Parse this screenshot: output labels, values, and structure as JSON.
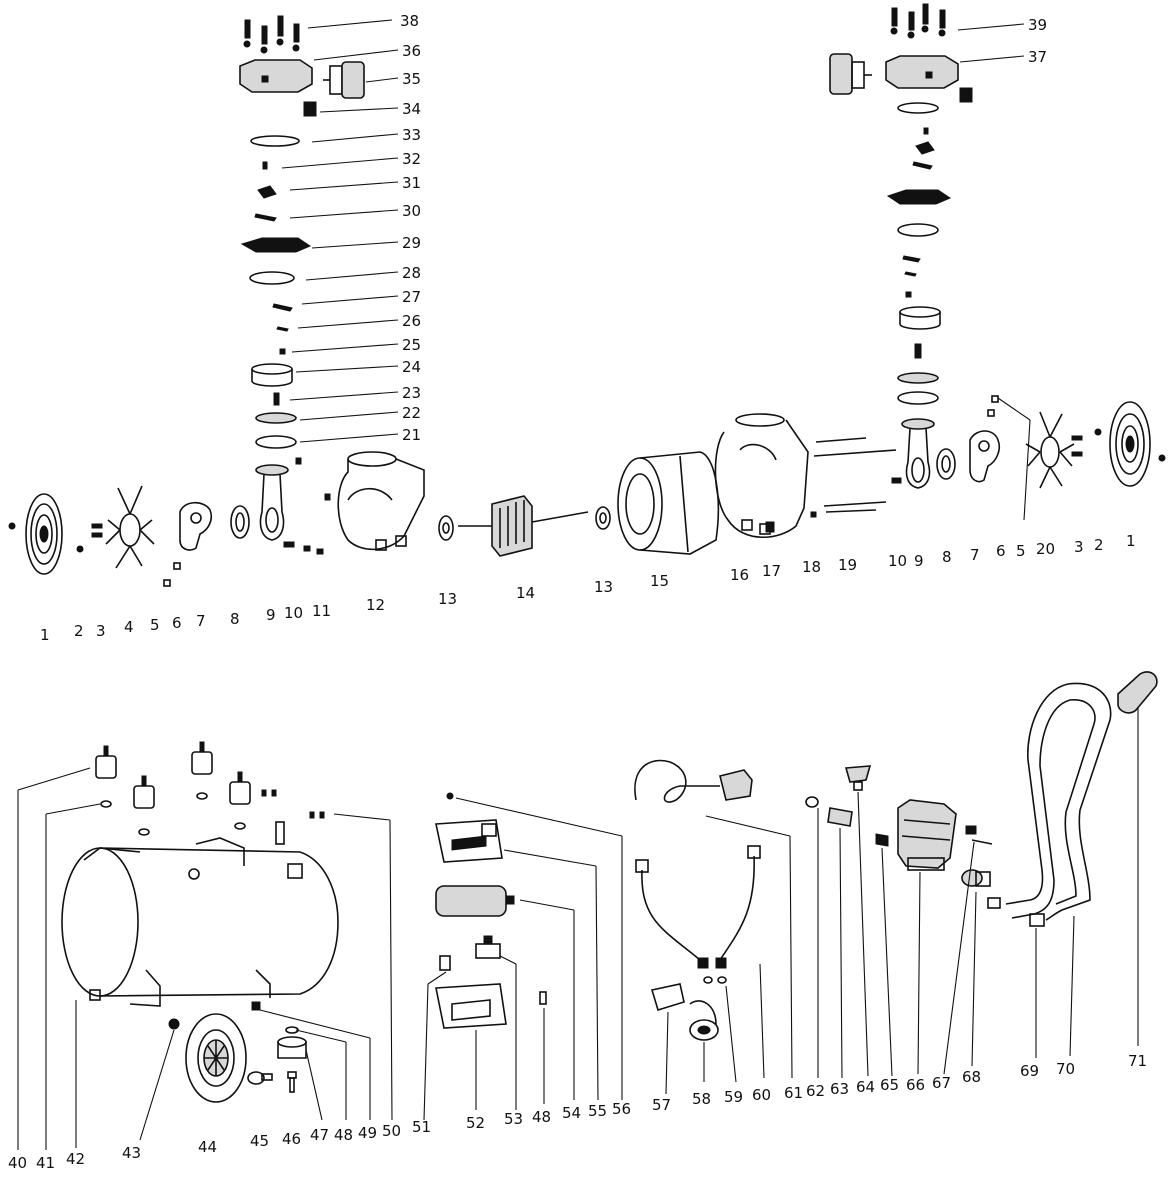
{
  "labels": {
    "l1a": "1",
    "l2a": "2",
    "l3a": "3",
    "l4": "4",
    "l5a": "5",
    "l6a": "6",
    "l7a": "7",
    "l8a": "8",
    "l9a": "9",
    "l10a": "10",
    "l11": "11",
    "l12": "12",
    "l13a": "13",
    "l14": "14",
    "l13b": "13",
    "l15": "15",
    "l16": "16",
    "l17": "17",
    "l18": "18",
    "l19": "19",
    "l10b": "10",
    "l9b": "9",
    "l8b": "8",
    "l7b": "7",
    "l6b": "6",
    "l5b": "5",
    "l20": "20",
    "l3b": "3",
    "l2b": "2",
    "l1b": "1",
    "l21": "21",
    "l22": "22",
    "l23": "23",
    "l24": "24",
    "l25": "25",
    "l26": "26",
    "l27": "27",
    "l28": "28",
    "l29": "29",
    "l30": "30",
    "l31": "31",
    "l32": "32",
    "l33": "33",
    "l34": "34",
    "l35": "35",
    "l36": "36",
    "l37": "37",
    "l38": "38",
    "l39": "39",
    "l40": "40",
    "l41": "41",
    "l42": "42",
    "l43": "43",
    "l44": "44",
    "l45": "45",
    "l46": "46",
    "l47": "47",
    "l48a": "48",
    "l49": "49",
    "l50": "50",
    "l51": "51",
    "l52": "52",
    "l53": "53",
    "l48b": "48",
    "l54": "54",
    "l55": "55",
    "l56": "56",
    "l57": "57",
    "l58": "58",
    "l59": "59",
    "l60": "60",
    "l61": "61",
    "l62": "62",
    "l63": "63",
    "l64": "64",
    "l65": "65",
    "l66": "66",
    "l67": "67",
    "l68": "68",
    "l69": "69",
    "l70": "70",
    "l71": "71"
  }
}
